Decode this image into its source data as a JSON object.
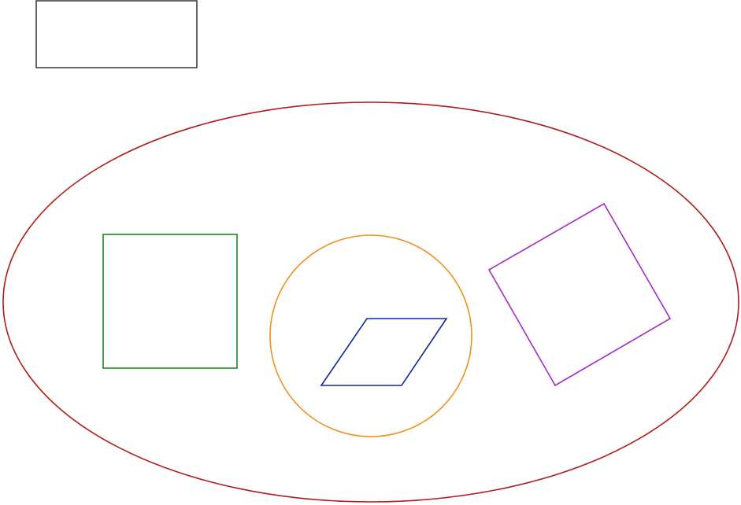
{
  "diagram": {
    "background": "#ffffff",
    "shapes": [
      {
        "id": "top-left-rectangle",
        "kind": "rectangle",
        "color": "#404040"
      },
      {
        "id": "outer-ellipse",
        "kind": "ellipse",
        "color": "#b01c1c"
      },
      {
        "id": "green-square",
        "kind": "square",
        "color": "#1a8a1a"
      },
      {
        "id": "orange-circle",
        "kind": "circle",
        "color": "#f0901e"
      },
      {
        "id": "blue-parallelogram",
        "kind": "parallelogram",
        "color": "#102896"
      },
      {
        "id": "purple-rotated-square",
        "kind": "square (rotated)",
        "color": "#a42cc4"
      }
    ]
  }
}
